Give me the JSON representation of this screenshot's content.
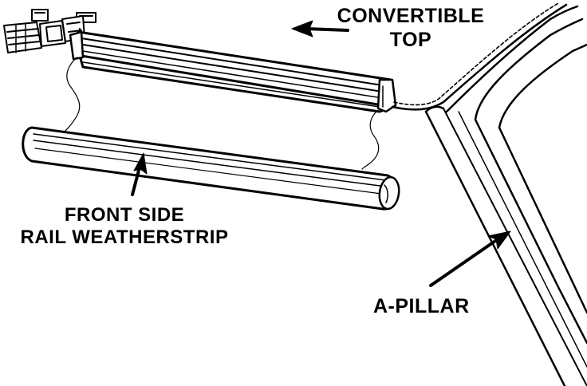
{
  "labels": {
    "convertible_top": [
      "CONVERTIBLE",
      "TOP"
    ],
    "front_side_rail_weatherstrip": [
      "FRONT SIDE",
      "RAIL WEATHERSTRIP"
    ],
    "a_pillar": "A-PILLAR"
  },
  "colors": {
    "ink": "#000000",
    "paper": "#ffffff"
  }
}
